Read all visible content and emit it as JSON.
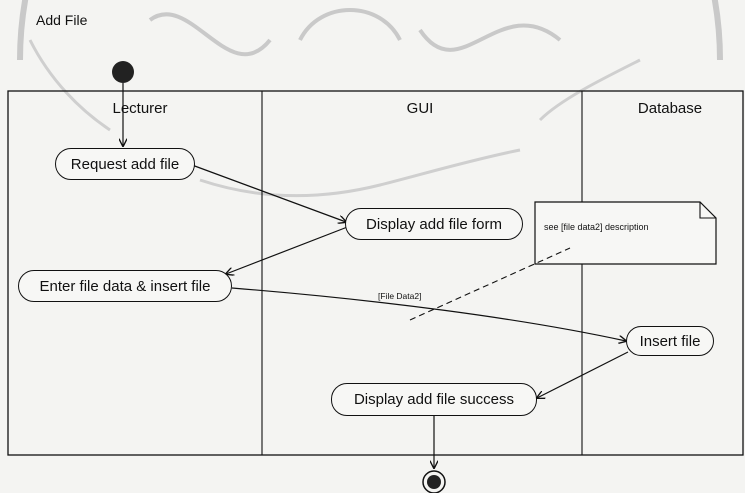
{
  "diagram": {
    "title": "Add File",
    "lanes": [
      {
        "id": "lecturer",
        "name": "Lecturer"
      },
      {
        "id": "gui",
        "name": "GUI"
      },
      {
        "id": "database",
        "name": "Database"
      }
    ],
    "actions": {
      "request_add_file": "Request add file",
      "display_add_file_form": "Display add file form",
      "enter_file_data": "Enter file data & insert file",
      "insert_file": "Insert file",
      "display_add_file_success": "Display add file success"
    },
    "note": "see [file data2] description",
    "guard": "[File Data2]"
  },
  "colors": {
    "background": "#f4f4f2",
    "lines": "#111111",
    "watermark": "#c8c8c8"
  }
}
